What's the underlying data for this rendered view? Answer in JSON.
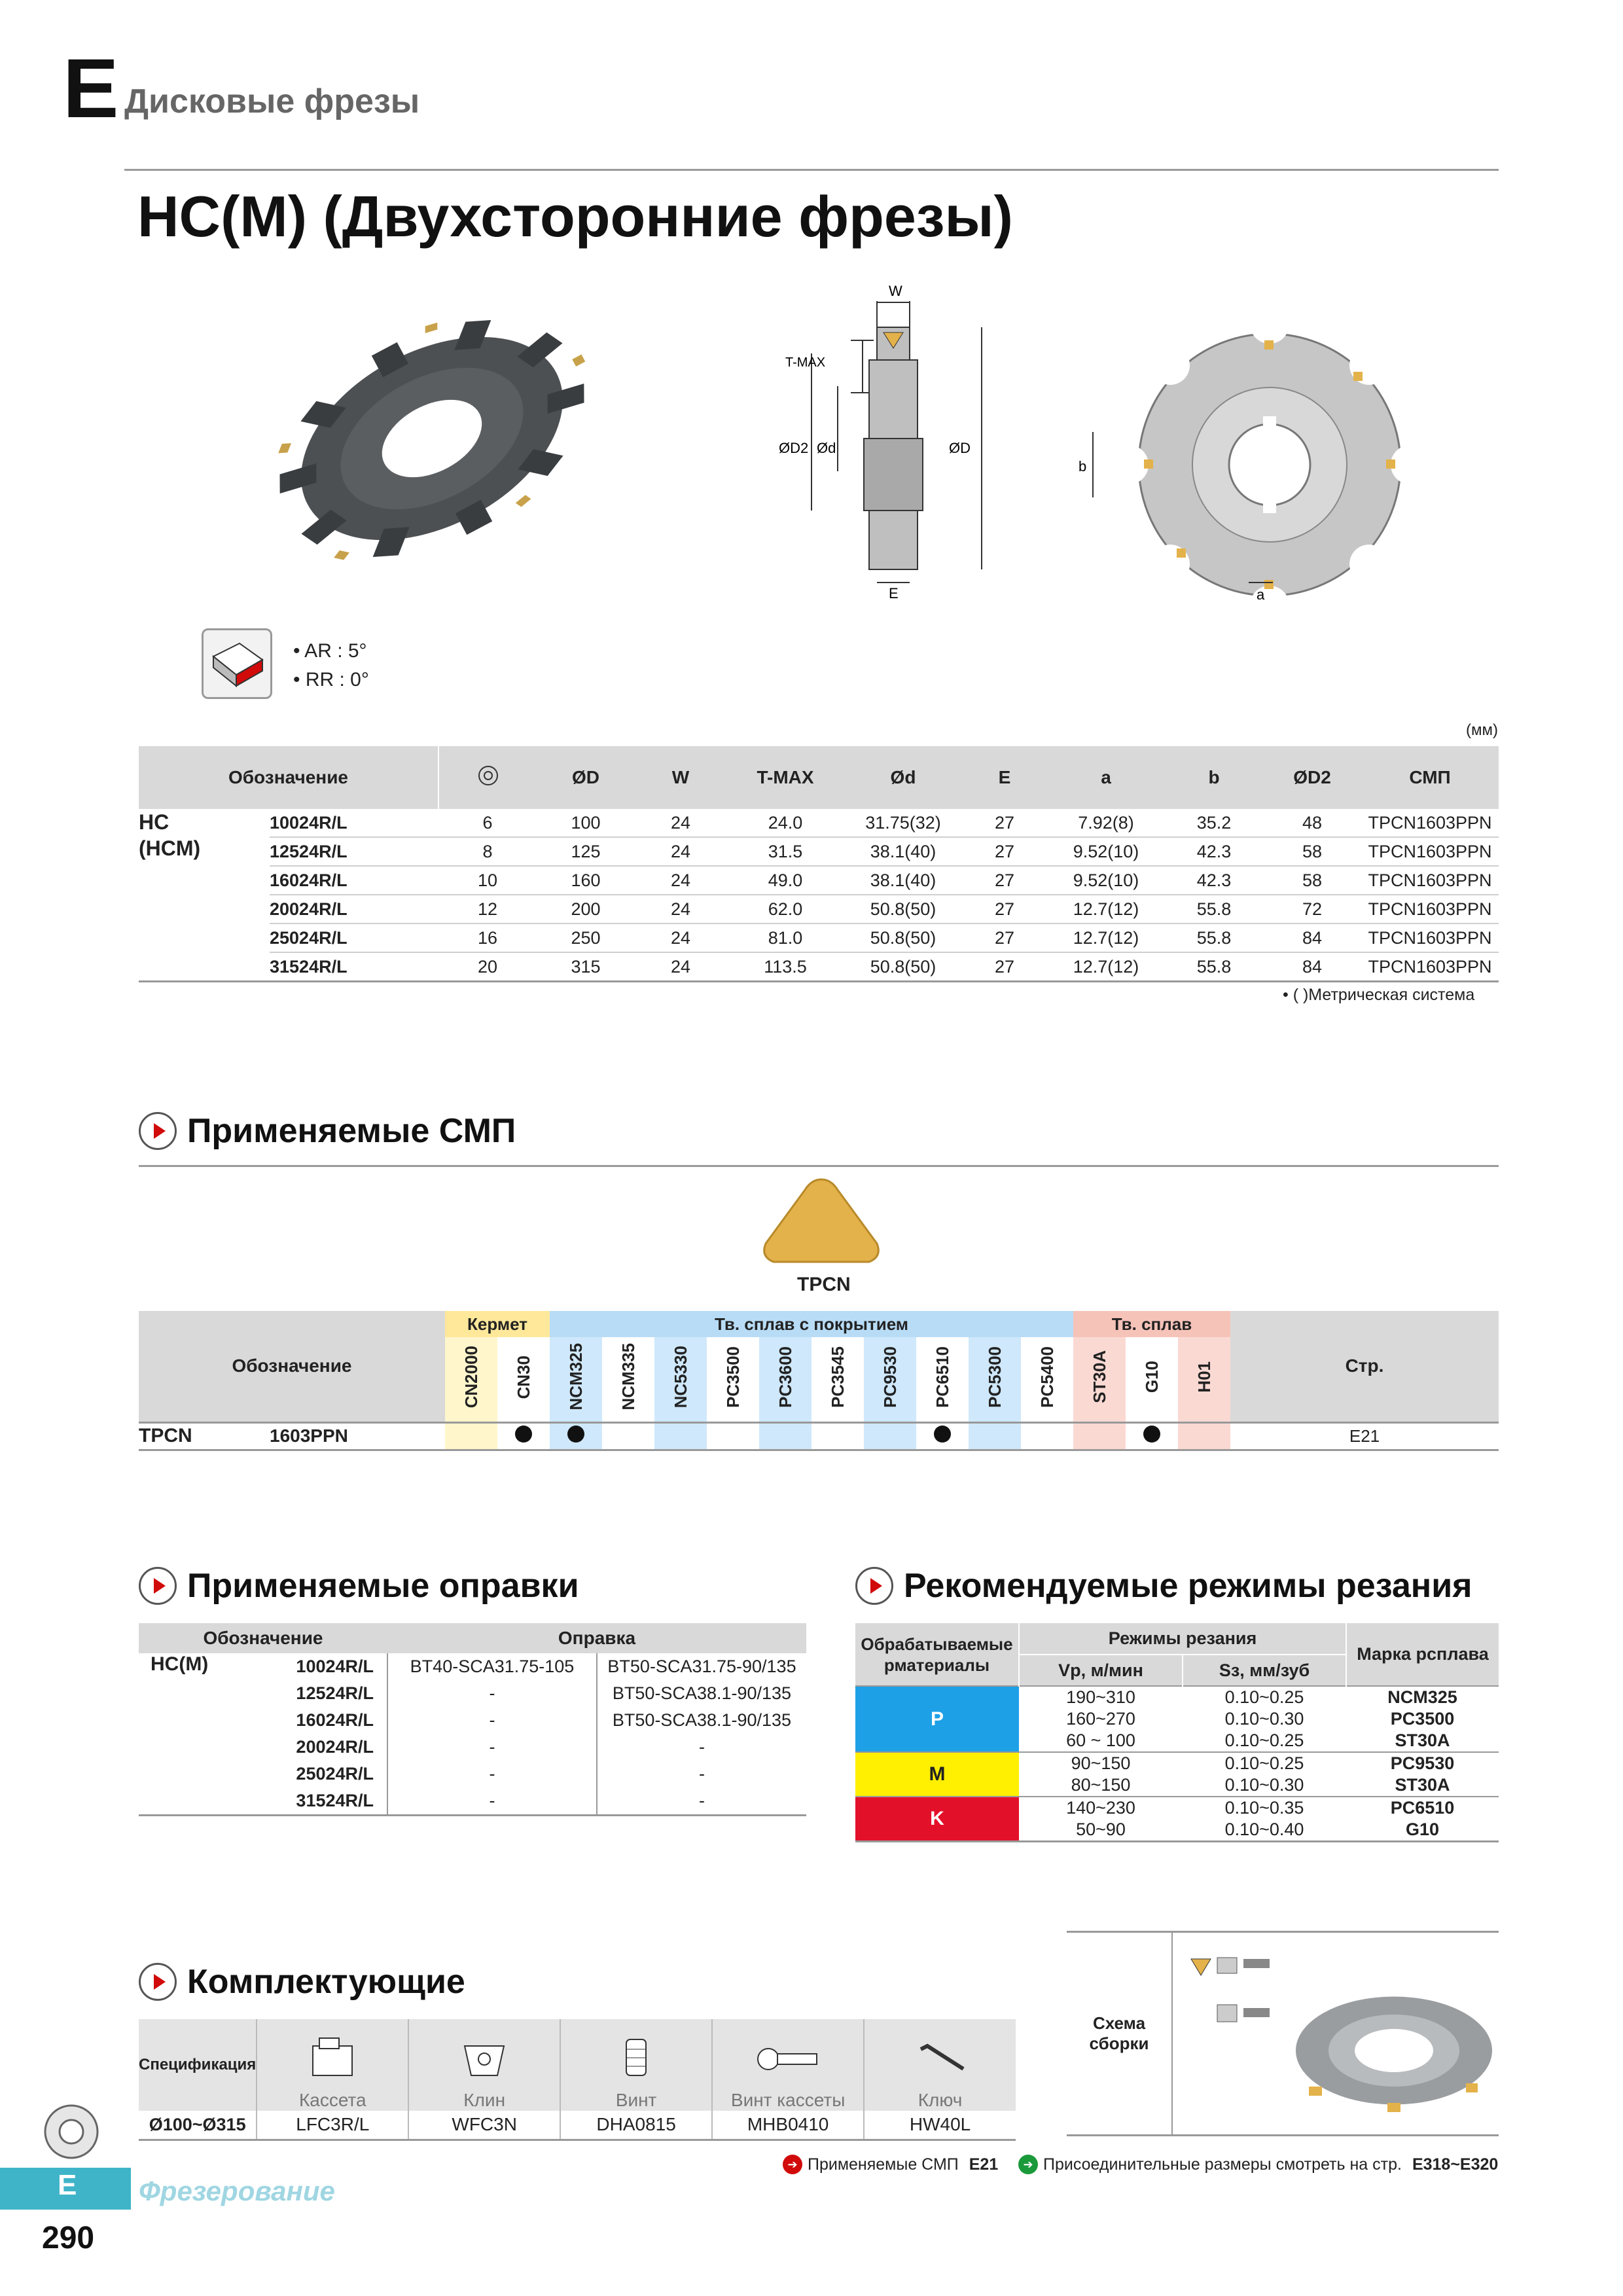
{
  "header": {
    "section_letter": "E",
    "section_title": "Дисковые фрезы",
    "main_title": "HC(M) (Двухсторонние фрезы)"
  },
  "diagram_labels": {
    "w": "W",
    "tmax": "T-MAX",
    "d2": "ØD2",
    "d": "Ød",
    "D": "ØD",
    "E": "E",
    "b": "b",
    "a": "a"
  },
  "rake": {
    "ar": "• AR : 5°",
    "rr": "• RR : 0°"
  },
  "spec_table": {
    "unit": "(мм)",
    "headers": [
      "Обозначение",
      "ØD",
      "W",
      "T-MAX",
      "Ød",
      "E",
      "a",
      "b",
      "ØD2",
      "СМП"
    ],
    "family_1": "HC",
    "family_2": "(HCM)",
    "rows": [
      {
        "code": "10024R/L",
        "z": "6",
        "D": "100",
        "W": "24",
        "tmax": "24.0",
        "d": "31.75(32)",
        "E": "27",
        "a": "7.92(8)",
        "b": "35.2",
        "D2": "48",
        "insert": "TPCN1603PPN"
      },
      {
        "code": "12524R/L",
        "z": "8",
        "D": "125",
        "W": "24",
        "tmax": "31.5",
        "d": "38.1(40)",
        "E": "27",
        "a": "9.52(10)",
        "b": "42.3",
        "D2": "58",
        "insert": "TPCN1603PPN"
      },
      {
        "code": "16024R/L",
        "z": "10",
        "D": "160",
        "W": "24",
        "tmax": "49.0",
        "d": "38.1(40)",
        "E": "27",
        "a": "9.52(10)",
        "b": "42.3",
        "D2": "58",
        "insert": "TPCN1603PPN"
      },
      {
        "code": "20024R/L",
        "z": "12",
        "D": "200",
        "W": "24",
        "tmax": "62.0",
        "d": "50.8(50)",
        "E": "27",
        "a": "12.7(12)",
        "b": "55.8",
        "D2": "72",
        "insert": "TPCN1603PPN"
      },
      {
        "code": "25024R/L",
        "z": "16",
        "D": "250",
        "W": "24",
        "tmax": "81.0",
        "d": "50.8(50)",
        "E": "27",
        "a": "12.7(12)",
        "b": "55.8",
        "D2": "84",
        "insert": "TPCN1603PPN"
      },
      {
        "code": "31524R/L",
        "z": "20",
        "D": "315",
        "W": "24",
        "tmax": "113.5",
        "d": "50.8(50)",
        "E": "27",
        "a": "12.7(12)",
        "b": "55.8",
        "D2": "84",
        "insert": "TPCN1603PPN"
      }
    ],
    "footnote": "• (   )Метрическая система"
  },
  "inserts_section": {
    "title": "Применяемые СМП",
    "insert_name": "TPCN",
    "table": {
      "designation": "Обозначение",
      "group_cermet": "Кермет",
      "group_coated": "Тв. сплав с покрытием",
      "group_carbide": "Тв. сплав",
      "page_header": "Стр.",
      "grades": [
        "CN2000",
        "CN30",
        "NCM325",
        "NCM335",
        "NC5330",
        "PC3500",
        "PC3600",
        "PC3545",
        "PC9530",
        "PC6510",
        "PC5300",
        "PC5400",
        "ST30A",
        "G10",
        "H01"
      ],
      "row_family": "TPCN",
      "row_code": "1603PPN",
      "row_page": "E21",
      "availability": [
        false,
        true,
        true,
        false,
        false,
        false,
        false,
        false,
        false,
        true,
        false,
        false,
        false,
        true,
        false
      ]
    }
  },
  "holders_section": {
    "title": "Применяемые оправки",
    "h_designation": "Обозначение",
    "h_holder": "Оправка",
    "family": "HC(M)",
    "rows": [
      {
        "code": "10024R/L",
        "h1": "BT40-SCA31.75-105",
        "h2": "BT50-SCA31.75-90/135"
      },
      {
        "code": "12524R/L",
        "h1": "-",
        "h2": "BT50-SCA38.1-90/135"
      },
      {
        "code": "16024R/L",
        "h1": "-",
        "h2": "BT50-SCA38.1-90/135"
      },
      {
        "code": "20024R/L",
        "h1": "-",
        "h2": "-"
      },
      {
        "code": "25024R/L",
        "h1": "-",
        "h2": "-"
      },
      {
        "code": "31524R/L",
        "h1": "-",
        "h2": "-"
      }
    ]
  },
  "cutting_section": {
    "title": "Рекомендуемые режимы резания",
    "h_material": "Обрабатываемые рматериалы",
    "h_conditions": "Режимы резания",
    "h_vc": "Vp, м/мин",
    "h_fz": "Sз, мм/зуб",
    "h_grade": "Марка рсплава",
    "groups": [
      {
        "label": "P",
        "color": "#1ea0e6",
        "rows": [
          [
            "190~310",
            "0.10~0.25",
            "NCM325"
          ],
          [
            "160~270",
            "0.10~0.30",
            "PC3500"
          ],
          [
            "60 ~ 100",
            "0.10~0.25",
            "ST30A"
          ]
        ]
      },
      {
        "label": "M",
        "color": "#ffef00",
        "rows": [
          [
            "90~150",
            "0.10~0.25",
            "PC9530"
          ],
          [
            "80~150",
            "0.10~0.30",
            "ST30A"
          ]
        ]
      },
      {
        "label": "K",
        "color": "#e3102a",
        "rows": [
          [
            "140~230",
            "0.10~0.35",
            "PC6510"
          ],
          [
            "50~90",
            "0.10~0.40",
            "G10"
          ]
        ]
      }
    ]
  },
  "parts_section": {
    "title": "Комплектующие",
    "spec_header": "Спецификация",
    "part_names": [
      "Кассета",
      "Клин",
      "Винт",
      "Винт кассеты",
      "Ключ"
    ],
    "row_label": "Ø100~Ø315",
    "part_codes": [
      "LFC3R/L",
      "WFC3N",
      "DHA0815",
      "MHB0410",
      "HW40L"
    ],
    "assembly_label_1": "Схема",
    "assembly_label_2": "сборки"
  },
  "footer_refs": {
    "ref1_text": "Применяемые СМП",
    "ref1_page": "E21",
    "ref2_text": "Присоединительные размеры смотреть на стр.",
    "ref2_page": "E318~E320"
  },
  "side_tab": {
    "letter": "E",
    "label": "Фрезерование",
    "page_number": "290"
  },
  "colors": {
    "tab_teal": "#3fb4c8",
    "cermet_bg": "#fff6cc",
    "coated_bg": "#cfe8fb",
    "carbide_bg": "#fbd9d3",
    "insert_gold": "#e4b24a"
  }
}
